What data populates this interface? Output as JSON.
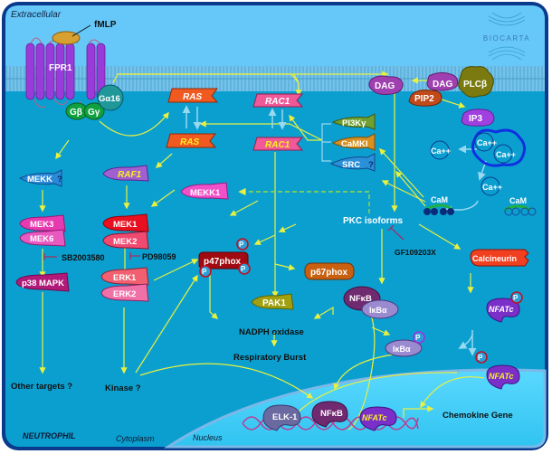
{
  "title": "Neutrophil fMLP signaling pathway",
  "brand": "BIOCARTA",
  "compartments": {
    "extracellular": "Extracellular",
    "cell": "NEUTROPHIL",
    "cytoplasm": "Cytoplasm",
    "nucleus": "Nucleus"
  },
  "colors": {
    "border": "#0a3a8c",
    "extracellular": "#66c8f8",
    "cytoplasm": "#0b9fd0",
    "nucleus": "#3ccef8",
    "arrow": "#e8f040",
    "inhibit": "#b03050",
    "membrane": "#5aaed8"
  },
  "ligand": {
    "label": "fMLP"
  },
  "receptor": {
    "label": "FPR1"
  },
  "gproteins": {
    "alpha": "Gα16",
    "beta": "Gβ",
    "gamma": "Gγ"
  },
  "membrane_nodes": {
    "dag_left": "DAG",
    "dag_right": "DAG",
    "plc": "PLCβ",
    "pip2": "PIP2",
    "ip3": "IP3"
  },
  "ras": {
    "membrane": "RAS",
    "cytosol": "RAS"
  },
  "rac": {
    "membrane": "RAC1",
    "cytosol": "RAC1"
  },
  "kinases_group": [
    "PI3Kγ",
    "CaMKI",
    "SRC"
  ],
  "src_question": "?",
  "calcium": {
    "label": "Ca++",
    "cam": "CaM"
  },
  "left_branch": {
    "mekk": "MEKK",
    "mekk_question": "?",
    "mek3": "MEK3",
    "mek6": "MEK6",
    "inhibitor1": "SB2003580",
    "p38": "p38 MAPK",
    "other": "Other targets ?"
  },
  "middle_branch": {
    "raf": "RAF1",
    "mekk1": "MEKK1",
    "mek1": "MEK1",
    "mek2": "MEK2",
    "inhibitor2": "PD98059",
    "erk1": "ERK1",
    "erk2": "ERK2",
    "kinase": "Kinase ?"
  },
  "phox": {
    "p47": "p47phox",
    "p67": "p67phox",
    "pak1": "PAK1",
    "phospho": "P",
    "nadph": "NADPH oxidase",
    "burst": "Respiratory Burst"
  },
  "pkc": {
    "label": "PKC isoforms",
    "inhibitor": "GF109203X"
  },
  "nfkb": {
    "nfkb": "NFκB",
    "ikb": "IκBα"
  },
  "calcineurin": {
    "label": "Calcineurin",
    "nfat": "NFATc"
  },
  "nucleus": {
    "elk1": "ELK-1",
    "nfkb": "NFκB",
    "nfat": "NFATc",
    "gene": "Chemokine Gene"
  }
}
